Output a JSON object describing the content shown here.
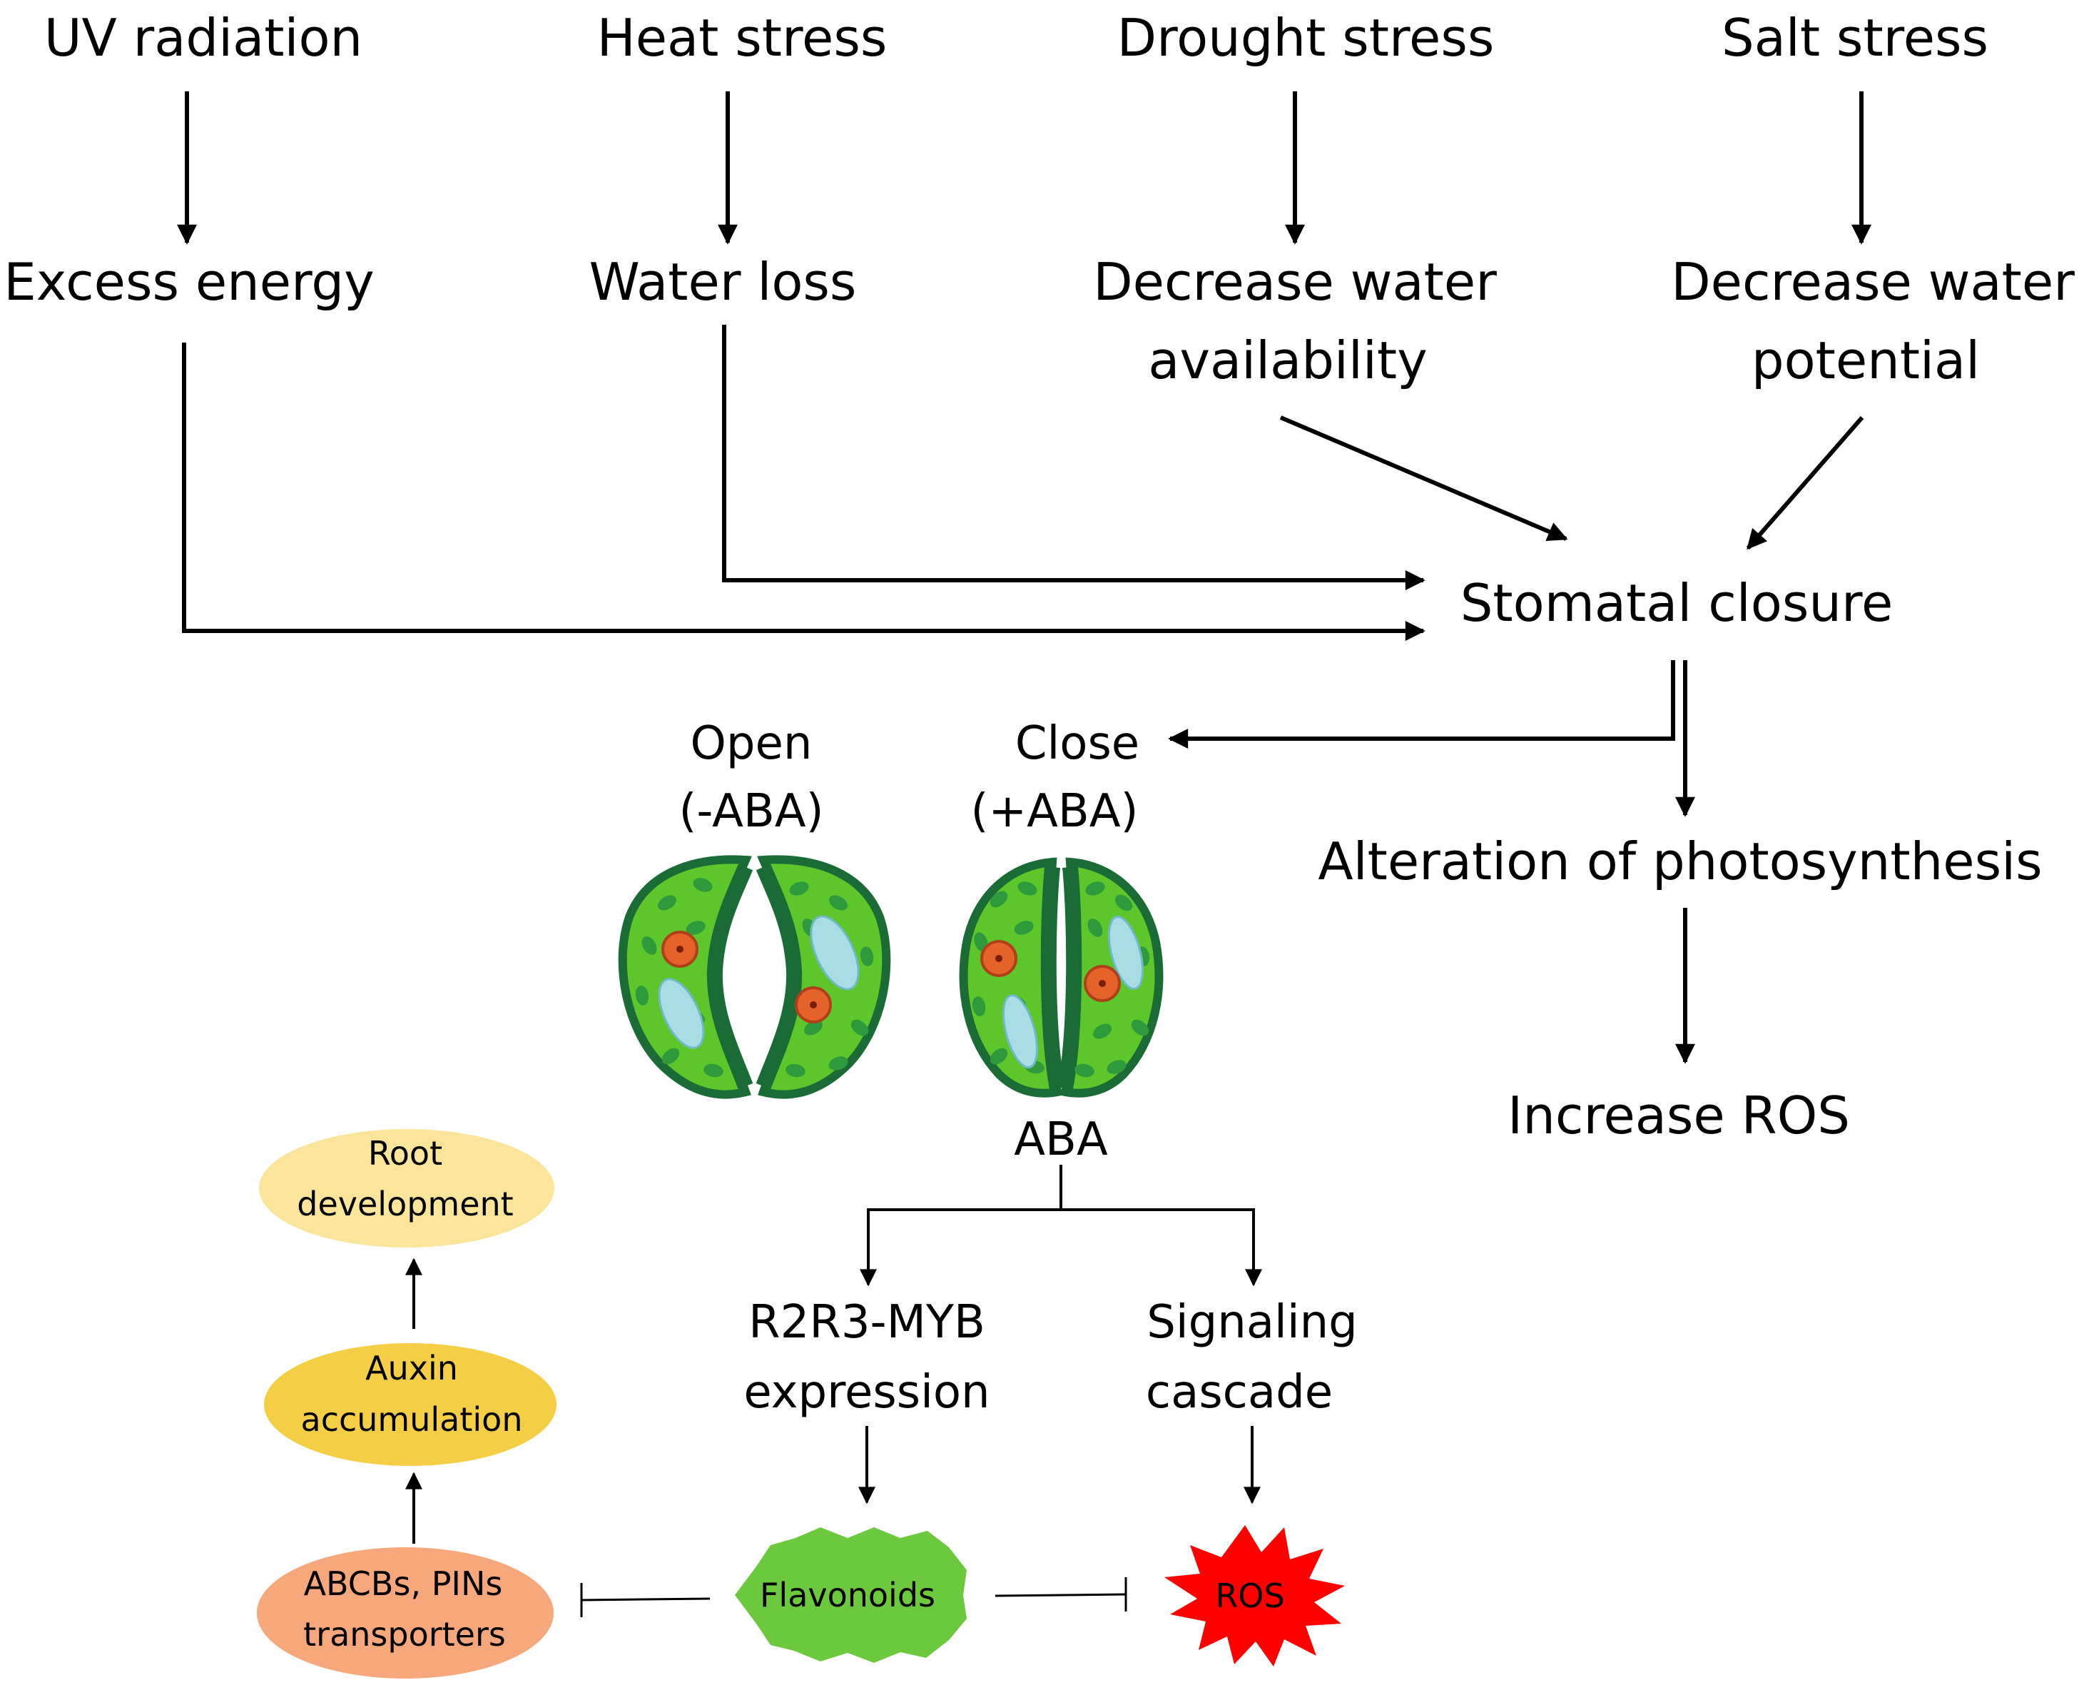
{
  "stressors": {
    "uv": "UV radiation",
    "heat": "Heat stress",
    "drought": "Drought stress",
    "salt": "Salt stress"
  },
  "effects": {
    "excess_energy": "Excess energy",
    "water_loss": "Water loss",
    "decrease_availability": [
      "Decrease water",
      "availability"
    ],
    "decrease_potential": [
      "Decrease water",
      "potential"
    ]
  },
  "stomatal_closure": "Stomatal closure",
  "stomata": {
    "open": [
      "Open",
      "(-ABA)"
    ],
    "close": [
      "Close",
      "(+ABA)"
    ]
  },
  "photosynthesis": "Alteration of photosynthesis",
  "increase_ros": "Increase ROS",
  "aba": "ABA",
  "myb": [
    "R2R3-MYB",
    "expression"
  ],
  "signaling": [
    "Signaling",
    "cascade"
  ],
  "flavonoids": "Flavonoids",
  "ros": "ROS",
  "transporters": [
    "ABCBs, PINs",
    "transporters"
  ],
  "auxin": [
    "Auxin",
    "accumulation"
  ],
  "root": [
    "Root",
    "development"
  ],
  "colors": {
    "arrow": "#000000",
    "guard_cell_fill": "#5cc62a",
    "guard_cell_dark": "#1b6b36",
    "chloroplast": "#2f9a3c",
    "vacuole": "#a9dde6",
    "nucleus": "#e5622a",
    "flavonoid_fill": "#6cc83c",
    "ros_fill": "#ff0000",
    "transporter_fill": "#f6a77c",
    "auxin_fill": "#f4cf45",
    "root_fill": "#fbe59a"
  }
}
